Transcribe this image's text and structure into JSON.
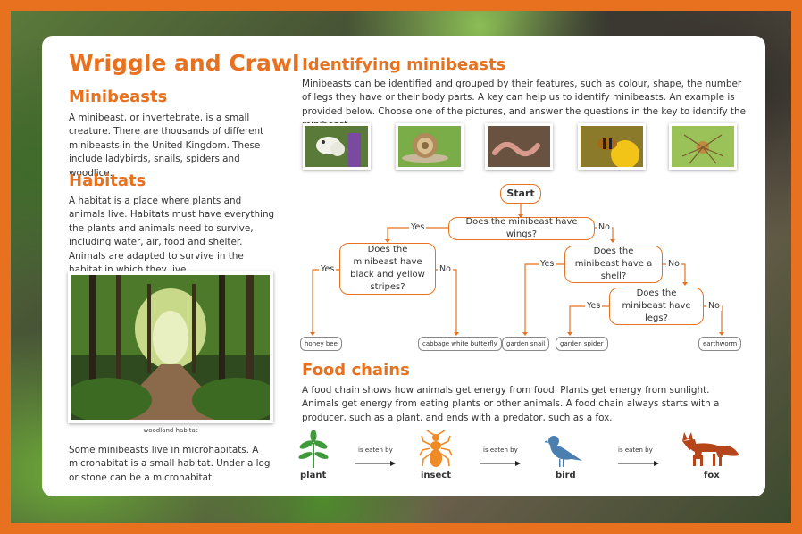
{
  "title": "Wriggle and Crawl",
  "minibeasts": {
    "heading": "Minibeasts",
    "text": "A minibeast, or invertebrate, is a small creature. There are thousands of different minibeasts in the United Kingdom. These include ladybirds, snails, spiders and woodlice."
  },
  "habitats": {
    "heading": "Habitats",
    "text": "A habitat is a place where plants and animals live. Habitats must have everything the plants and animals need to survive, including water, air, food and shelter. Animals are adapted to survive in the habitat in which they live.",
    "photo_caption": "woodland habitat",
    "micro_text": "Some minibeasts live in microhabitats. A microhabitat is a small habitat. Under a log or stone can be a microhabitat."
  },
  "identifying": {
    "heading": "Identifying minibeasts",
    "text": "Minibeasts can be identified and grouped by their features, such as colour, shape, the number of legs they have or their body parts. A key can help us to identify minibeasts. An example is provided below. Choose one of the pictures, and answer the questions in the key to identify the minibeast."
  },
  "key": {
    "start": "Start",
    "q_wings": "Does the minibeast have wings?",
    "q_stripes": "Does the minibeast have black and yellow stripes?",
    "q_shell": "Does the minibeast have a shell?",
    "q_legs": "Does the minibeast have legs?",
    "yes": "Yes",
    "no": "No",
    "answers": {
      "honey_bee": "honey bee",
      "butterfly": "cabbage white butterfly",
      "snail": "garden snail",
      "spider": "garden spider",
      "worm": "earthworm"
    }
  },
  "food_chains": {
    "heading": "Food chains",
    "text": "A food chain shows how animals get energy from food. Plants get energy from sunlight. Animals get energy from eating plants or other animals. A food chain always starts with a producer, such as a plant, and ends with a predator, such as a fox.",
    "items": [
      "plant",
      "insect",
      "bird",
      "fox"
    ],
    "eaten_by": "is eaten by"
  },
  "colors": {
    "accent": "#e8711f",
    "fox": "#b5451b",
    "bird": "#4a7fb0",
    "plant": "#3f9a3a",
    "insect": "#f08a24"
  }
}
